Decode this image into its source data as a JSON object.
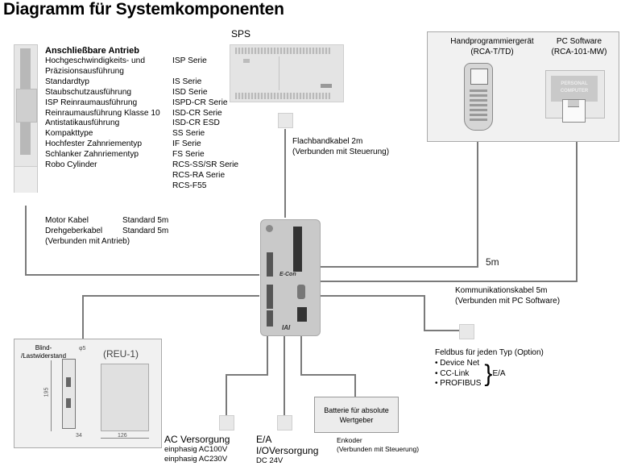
{
  "title": "Diagramm für Systemkomponenten",
  "drives": {
    "heading": "Anschließbare Antrieb",
    "rows": [
      {
        "type": "Hochgeschwindigkeits- und",
        "series": "ISP Serie"
      },
      {
        "type": "Präzisionsausführung",
        "series": ""
      },
      {
        "type": "Standardtyp",
        "series": "IS Serie"
      },
      {
        "type": "Staubschutzausführung",
        "series": "ISD Serie"
      },
      {
        "type": "ISP Reinraumausführung",
        "series": "ISPD-CR Serie"
      },
      {
        "type": "Reinraumausführung Klasse 10",
        "series": "ISD-CR Serie"
      },
      {
        "type": "Antistatikausführung",
        "series": "ISD-CR ESD"
      },
      {
        "type": "Kompakttype",
        "series": "SS Serie"
      },
      {
        "type": "Hochfester Zahnriementyp",
        "series": "IF Serie"
      },
      {
        "type": "Schlanker Zahnriementyp",
        "series": "FS Serie"
      },
      {
        "type": "Robo Cylinder",
        "series": "RCS-SS/SR Serie"
      },
      {
        "type": "",
        "series": "RCS-RA Serie"
      },
      {
        "type": "",
        "series": "RCS-F55"
      }
    ]
  },
  "motor_cable": {
    "rows": [
      {
        "label": "Motor Kabel",
        "value": "Standard 5m"
      },
      {
        "label": "Drehgeberkabel",
        "value": "Standard 5m"
      }
    ],
    "note": "(Verbunden mit Antrieb)"
  },
  "sps": {
    "label": "SPS",
    "cable_line1": "Flachbandkabel 2m",
    "cable_line2": "(Verbunden mit Steuerung)"
  },
  "pc_panel": {
    "teach_pendant_line1": "Handprogrammiergerät",
    "teach_pendant_line2": "(RCA-T/TD)",
    "pc_software_line1": "PC Software",
    "pc_software_line2": "(RCA-101-MW)",
    "screen_text_line1": "PERSONAL",
    "screen_text_line2": "COMPUTER"
  },
  "cable_5m": "5m",
  "comm_cable": {
    "line1": "Kommunikationskabel 5m",
    "line2": "(Verbunden mit PC Software)"
  },
  "fieldbus": {
    "heading": "Feldbus für jeden Typ (Option)",
    "items": [
      "• Device Net",
      "• CC-Link",
      "• PROFIBUS"
    ],
    "group_label": "E/A"
  },
  "controller": {
    "model_label": "E-Con",
    "brand": "IAI"
  },
  "reu": {
    "resistor_line1": "Blind-",
    "resistor_line2": "/Lastwiderstand",
    "title": "(REU-1)",
    "dim_hole": "φ5",
    "dim_height": "195",
    "dim_width_small": "34",
    "dim_width_large": "126"
  },
  "ac_supply": {
    "heading": "AC Versorgung",
    "line1": "einphasig AC100V",
    "line2": "einphasig  AC230V"
  },
  "io_supply": {
    "line1": "E/A",
    "line2": "I/OVersorgung",
    "line3": "DC 24V"
  },
  "battery": {
    "line1": "Batterie für absolute",
    "line2": "Wertgeber"
  },
  "encoder": {
    "line1": "Enkoder",
    "line2": "(Verbunden mit Steuerung)"
  }
}
